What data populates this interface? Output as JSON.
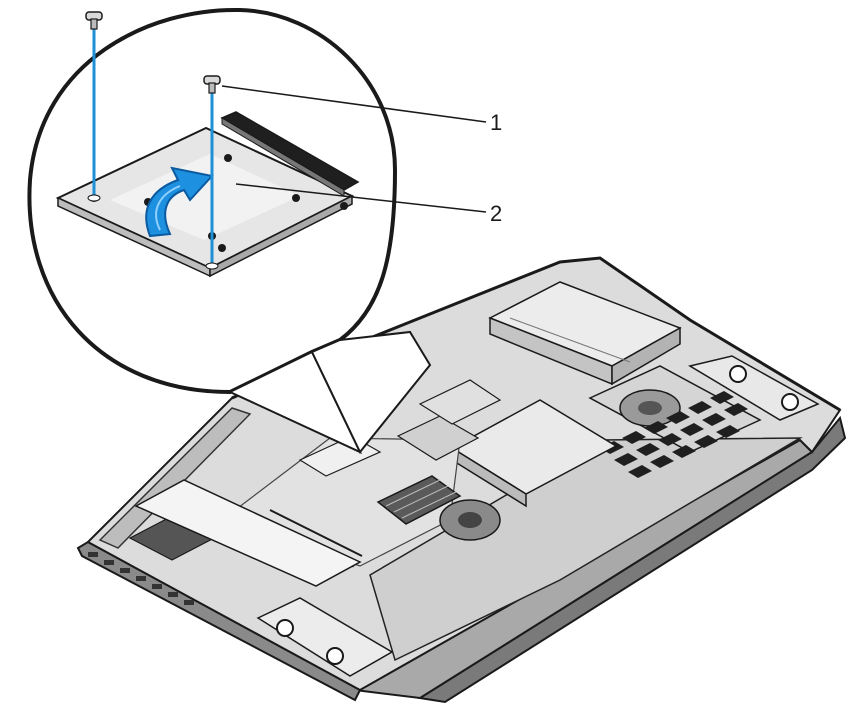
{
  "callouts": [
    {
      "number": "1",
      "part": "screw"
    },
    {
      "number": "2",
      "part": "card"
    }
  ],
  "colors": {
    "outline": "#1a1a1a",
    "chassis_light": "#e4e4e4",
    "chassis_mid": "#c8c8c8",
    "chassis_dark": "#7c7c7c",
    "card_fill": "#e6e6e6",
    "guide_line": "#1f8fd8",
    "arrow": "#1e90e0"
  }
}
